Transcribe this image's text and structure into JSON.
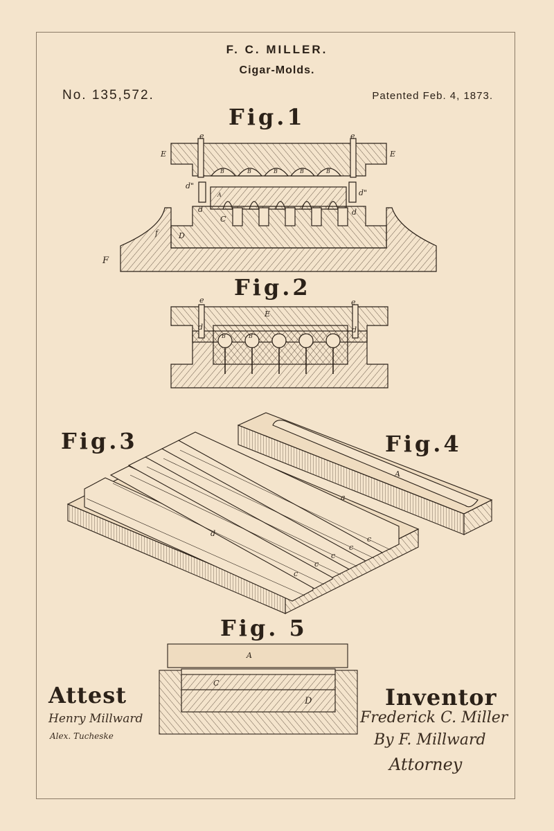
{
  "header": {
    "inventor_name": "F. C. MILLER.",
    "title": "Cigar-Molds.",
    "patent_number": "No. 135,572.",
    "patent_date": "Patented Feb. 4, 1873."
  },
  "figures": {
    "fig1": {
      "label": "Fig.1",
      "letters": [
        "e",
        "e",
        "E",
        "E",
        "B",
        "B",
        "B",
        "B",
        "B",
        "d\"",
        "d\"",
        "A",
        "d",
        "d",
        "C",
        "f",
        "D",
        "F"
      ]
    },
    "fig2": {
      "label": "Fig.2",
      "letters": [
        "e",
        "e",
        "E",
        "d",
        "d",
        "B",
        "B"
      ]
    },
    "fig3": {
      "label": "Fig.3",
      "letters": [
        "d",
        "c",
        "c",
        "c",
        "c",
        "c"
      ]
    },
    "fig4": {
      "label": "Fig.4",
      "letters": [
        "A"
      ]
    },
    "fig5": {
      "label": "Fig. 5",
      "letters": [
        "A",
        "C",
        "D"
      ]
    }
  },
  "attest": {
    "heading": "Attest",
    "witnesses": [
      "Henry Millward",
      "Alex. Tucheske"
    ]
  },
  "inventor": {
    "heading": "Inventor",
    "signature": "Frederick C. Miller",
    "by_line": "By F. Millward",
    "role": "Attorney"
  },
  "colors": {
    "paper": "#f4e4cc",
    "ink": "#2b2118",
    "border": "#8a7a66"
  }
}
